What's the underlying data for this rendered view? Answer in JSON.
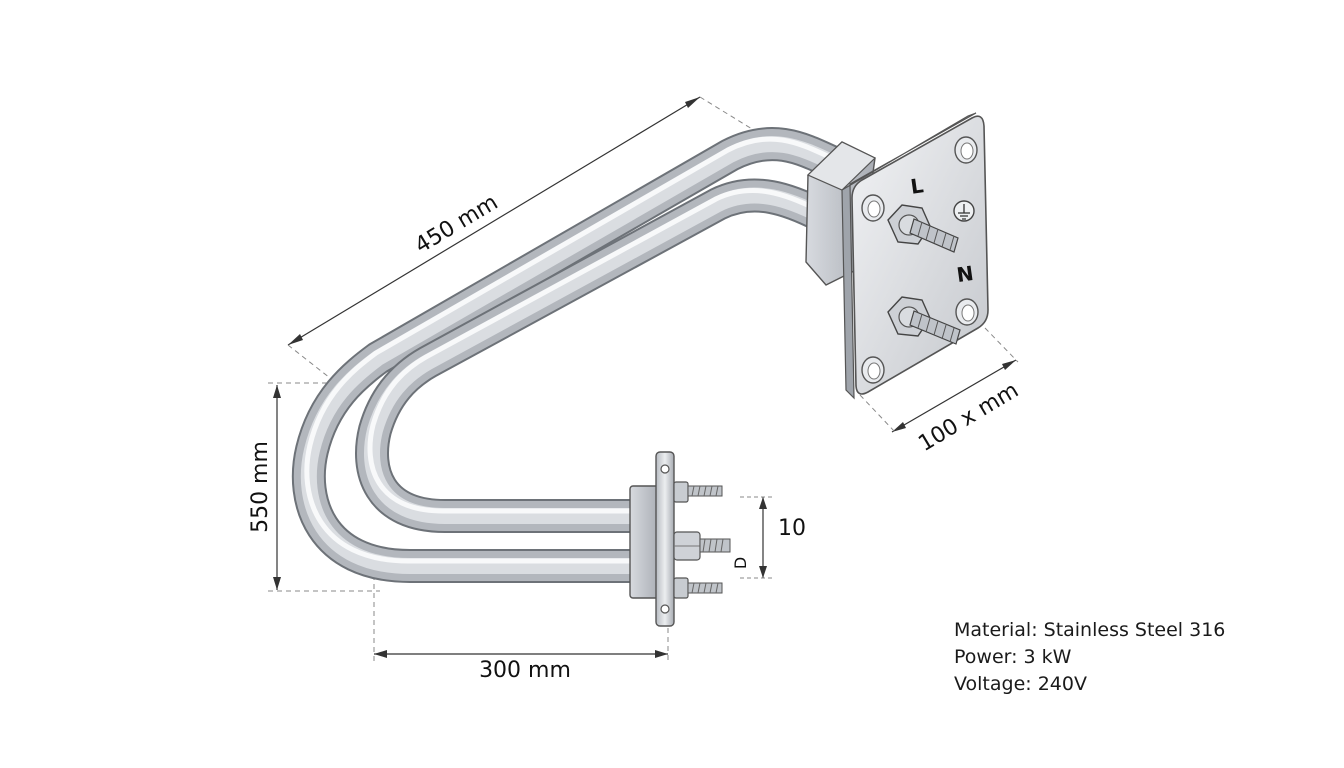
{
  "dimensions": {
    "length_450": "450 mm",
    "height_550": "550 mm",
    "width_300": "300 mm",
    "flange_100": "100 x mm",
    "pitch_10": "10",
    "small_d": "D"
  },
  "terminals": {
    "live": "L",
    "neutral": "N"
  },
  "specs": {
    "material": "Material: Stainless Steel 316",
    "power": "Power: 3 kW",
    "voltage": "Voltage: 240V"
  }
}
